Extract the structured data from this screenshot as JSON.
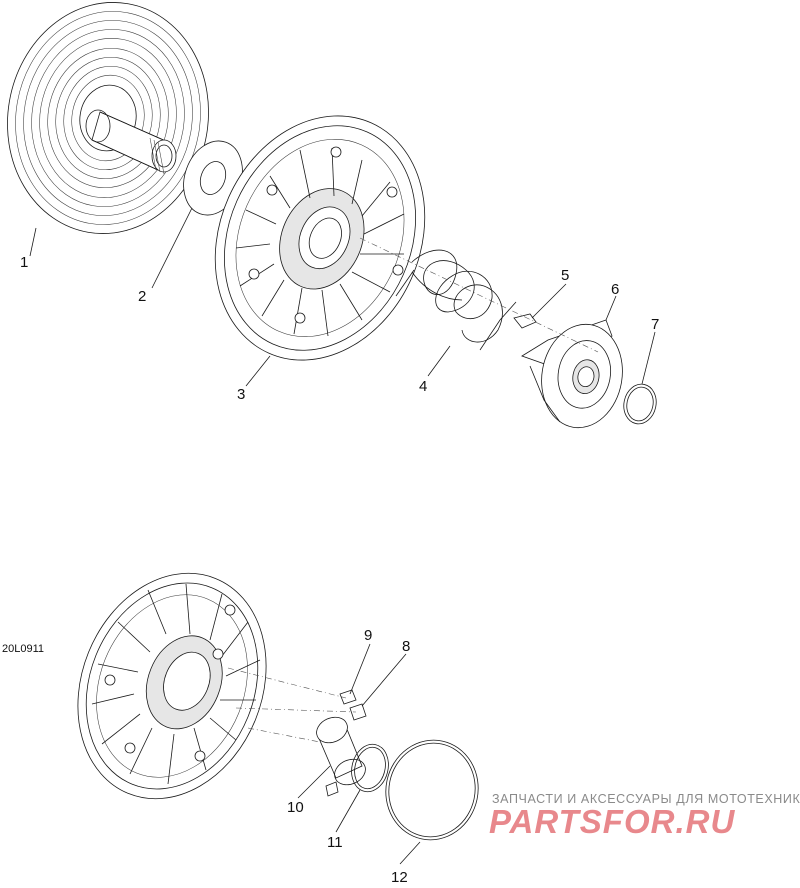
{
  "figure": {
    "reference_code": "20L0911",
    "callouts": [
      "1",
      "2",
      "3",
      "4",
      "5",
      "6",
      "7",
      "8",
      "9",
      "10",
      "11",
      "12"
    ]
  },
  "watermark": {
    "caption": "ЗАПЧАСТИ И АКСЕССУАРЫ ДЛЯ МОТОТЕХНИКИ",
    "logo_text": "PARTSFOR.RU",
    "color_caption": "#8a8a8a",
    "color_logo": "#e8888c"
  }
}
